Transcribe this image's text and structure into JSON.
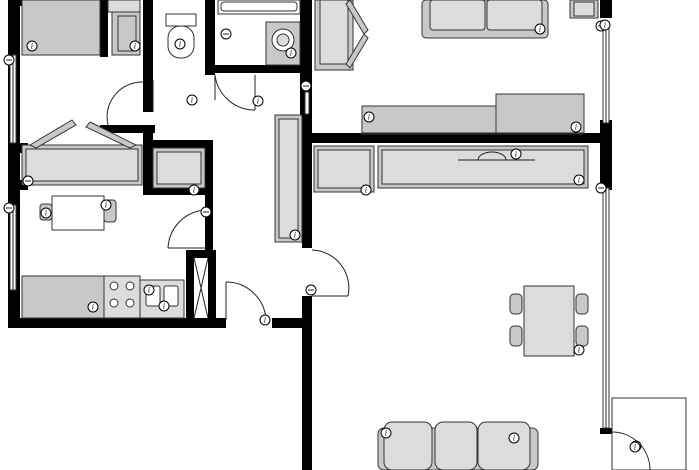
{
  "plan": {
    "info_marker_glyph": "i",
    "colors": {
      "wall": "#000000",
      "furniture": "#c8c8c8",
      "background": "#ffffff"
    },
    "icons": [
      "info-icon",
      "door-swing",
      "window",
      "bed",
      "sofa",
      "toilet",
      "washing-machine",
      "stove",
      "sink",
      "dining-table",
      "chair"
    ]
  }
}
